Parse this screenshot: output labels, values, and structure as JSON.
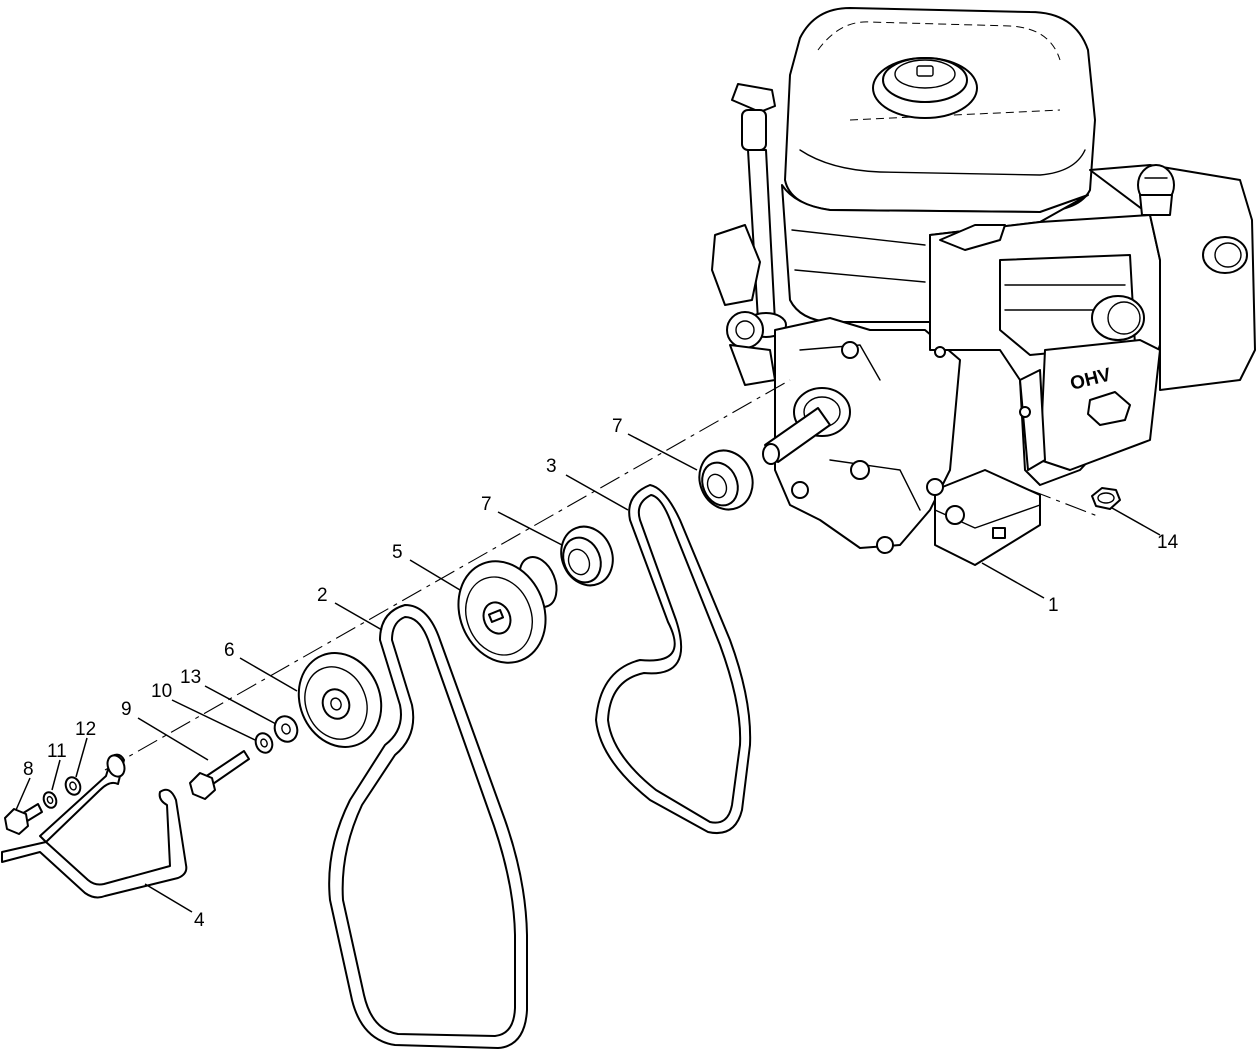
{
  "callouts": [
    {
      "id": "1",
      "label": "1"
    },
    {
      "id": "2",
      "label": "2"
    },
    {
      "id": "3",
      "label": "3"
    },
    {
      "id": "4",
      "label": "4"
    },
    {
      "id": "5",
      "label": "5"
    },
    {
      "id": "6",
      "label": "6"
    },
    {
      "id": "7a",
      "label": "7"
    },
    {
      "id": "7b",
      "label": "7"
    },
    {
      "id": "8",
      "label": "8"
    },
    {
      "id": "9",
      "label": "9"
    },
    {
      "id": "10",
      "label": "10"
    },
    {
      "id": "11",
      "label": "11"
    },
    {
      "id": "12",
      "label": "12"
    },
    {
      "id": "13",
      "label": "13"
    },
    {
      "id": "14",
      "label": "14"
    }
  ],
  "engine_emblem": "OHV",
  "colors": {
    "line": "#000000",
    "background": "#ffffff"
  }
}
